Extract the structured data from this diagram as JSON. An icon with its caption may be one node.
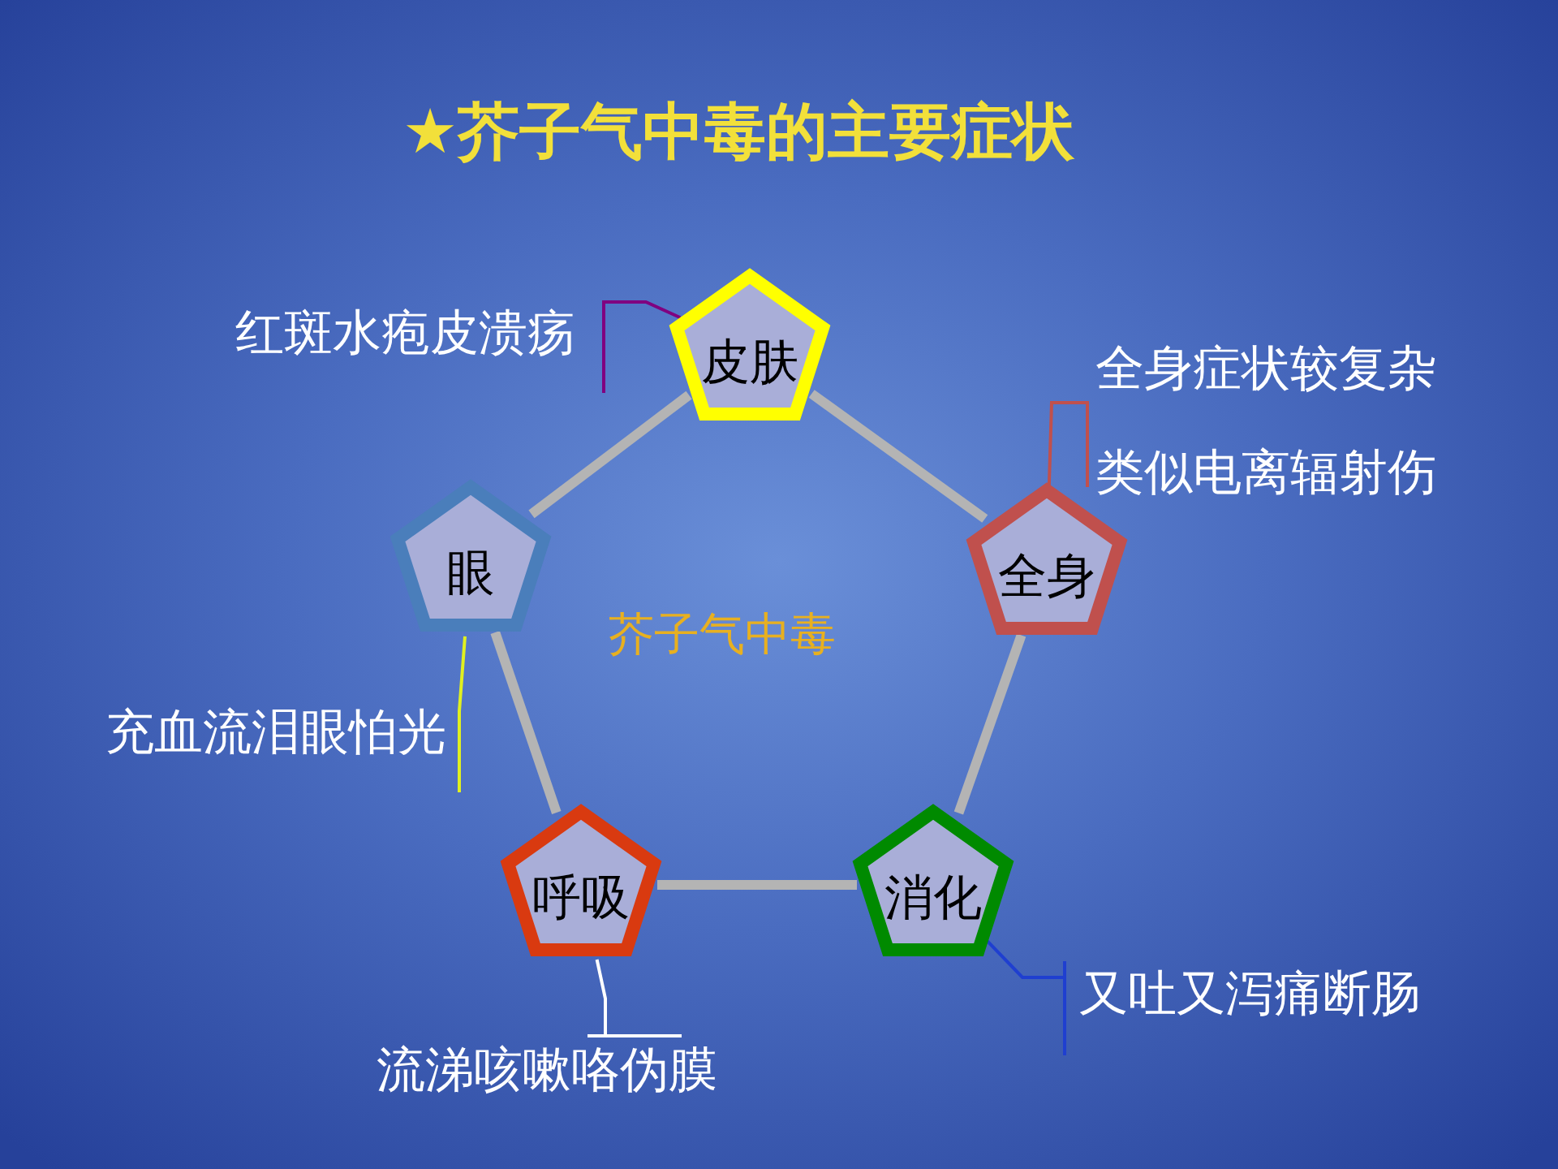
{
  "diagram": {
    "title": "★芥子气中毒的主要症状",
    "nodes": [
      {
        "text": [
          "皮肤"
        ]
      },
      {
        "text": [
          "全身"
        ]
      },
      {
        "text": [
          "消化"
        ]
      },
      {
        "text": [
          "呼吸"
        ]
      },
      {
        "text": [
          "眼"
        ]
      },
      {
        "text": [
          "红斑水疱皮溃疡"
        ]
      },
      {
        "text": [
          "全身症状较复杂",
          "类似电离辐射伤"
        ]
      },
      {
        "text": [
          "又吐又泻痛断肠"
        ]
      },
      {
        "text": [
          "流涕咳嗽咯伪膜"
        ]
      },
      {
        "text": [
          "充血流泪眼怕光"
        ]
      }
    ],
    "edges": [
      {
        "from": 0,
        "to": 1,
        "arrow": "none",
        "style": "thick"
      },
      {
        "from": 1,
        "to": 2,
        "arrow": "none",
        "style": "thick"
      },
      {
        "from": 2,
        "to": 3,
        "arrow": "none",
        "style": "thick"
      },
      {
        "from": 3,
        "to": 4,
        "arrow": "none",
        "style": "thick"
      },
      {
        "from": 4,
        "to": 0,
        "arrow": "none",
        "style": "thick"
      },
      {
        "from": 5,
        "to": 0,
        "arrow": "none",
        "color": "#800080"
      },
      {
        "from": 6,
        "to": 1,
        "arrow": "none",
        "color": "#c0504d"
      },
      {
        "from": 7,
        "to": 2,
        "arrow": "none",
        "color": "#1f3fd0"
      },
      {
        "from": 8,
        "to": 3,
        "arrow": "none",
        "color": "#ffffff"
      },
      {
        "from": 9,
        "to": 4,
        "arrow": "none",
        "color": "#e0f020"
      }
    ],
    "labels": [
      "芥子气中毒"
    ]
  }
}
